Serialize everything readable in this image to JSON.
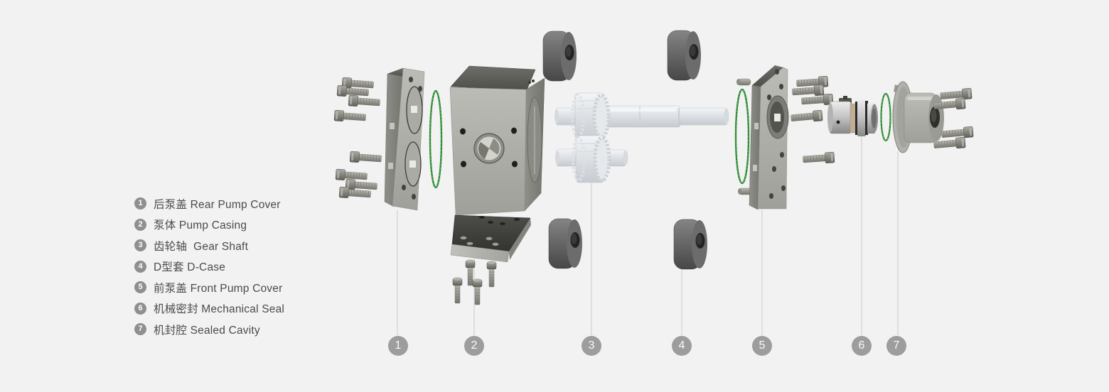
{
  "page": {
    "background": "#f2f2f3",
    "description": "Exploded view diagram of a gear pump with numbered part callouts"
  },
  "colors": {
    "oring_green": "#2e8b35",
    "marker_bg": "#9d9d9d",
    "legend_bullet_bg": "#8f8f8f",
    "legend_text": "#4b4b4b",
    "leader_line": "#c9c9c9",
    "metal_light": "#b8b8b2",
    "metal_dark": "#55554f",
    "bushing_dark": "#5a5a5a",
    "gear_white": "#e9ecef"
  },
  "legend": {
    "items": [
      {
        "number": "1",
        "label": "后泵盖 Rear Pump Cover"
      },
      {
        "number": "2",
        "label": "泵体 Pump Casing"
      },
      {
        "number": "3",
        "label": "齿轮轴  Gear Shaft"
      },
      {
        "number": "4",
        "label": "D型套 D-Case"
      },
      {
        "number": "5",
        "label": "前泵盖 Front Pump Cover"
      },
      {
        "number": "6",
        "label": "机械密封 Mechanical Seal"
      },
      {
        "number": "7",
        "label": "机封腔 Sealed Cavity"
      }
    ]
  },
  "markers": {
    "items": [
      "1",
      "2",
      "3",
      "4",
      "5",
      "6",
      "7"
    ]
  }
}
